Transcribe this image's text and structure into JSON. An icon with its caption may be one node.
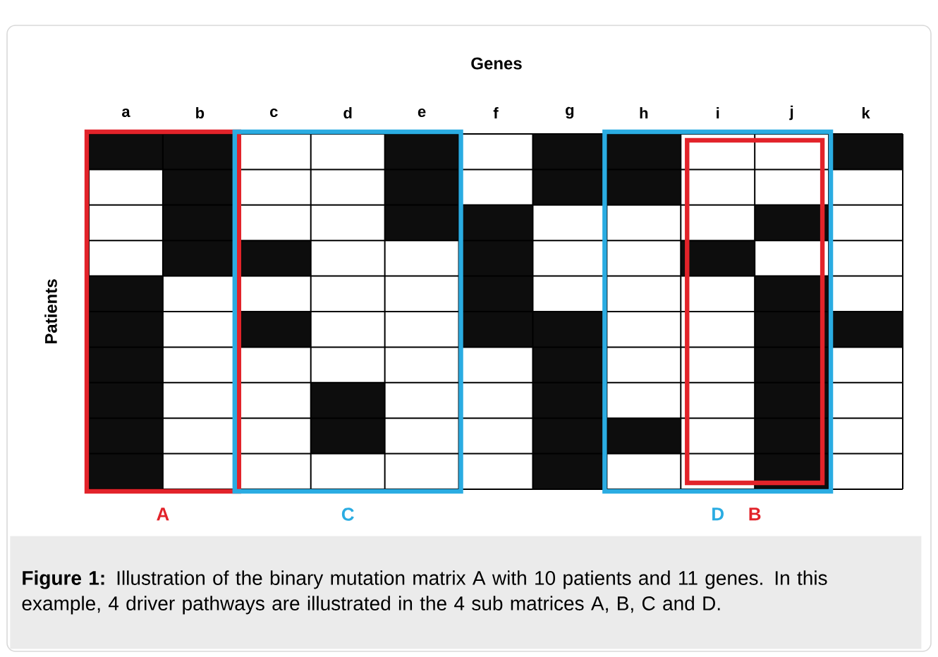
{
  "diagram": {
    "caption": "**Figure 1:** Illustration of the binary mutation matrix A with 10 patients and 11 genes. In this example, 4 driver pathways are illustrated in the 4 sub matrices A, B, C and D.",
    "nodes": [
      {
        "text": [
          "A"
        ]
      },
      {
        "text": [
          "C"
        ]
      },
      {
        "text": [
          "D"
        ]
      },
      {
        "text": [
          "B"
        ],
        "in": 2
      }
    ],
    "labels": [
      "Genes",
      "a",
      "b",
      "c",
      "d",
      "e",
      "f",
      "g",
      "h",
      "i",
      "j",
      "k",
      "Patients"
    ]
  }
}
